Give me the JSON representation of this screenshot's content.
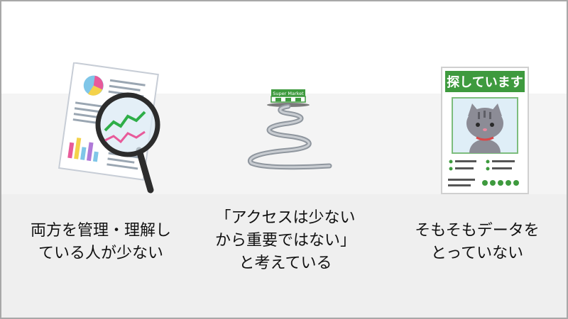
{
  "columns": [
    {
      "caption_lines": [
        "両方を管理・理解し",
        "ている人が少ない"
      ]
    },
    {
      "caption_lines": [
        "「アクセスは少ない",
        "から重要ではない」",
        "と考えている"
      ]
    },
    {
      "caption_lines": [
        "そもそもデータを",
        "とっていない"
      ]
    }
  ],
  "store_sign": "Super Market",
  "poster_title": "探しています",
  "colors": {
    "accent_green": "#3e9a3e",
    "band_mid": "#f4f4f4",
    "band_low": "#efefef"
  }
}
